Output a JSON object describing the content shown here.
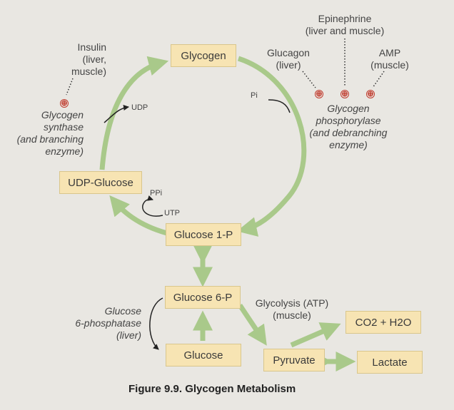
{
  "nodes": {
    "glycogen": "Glycogen",
    "udp_glucose": "UDP-Glucose",
    "glucose_1p": "Glucose 1-P",
    "glucose_6p": "Glucose 6-P",
    "glucose": "Glucose",
    "pyruvate": "Pyruvate",
    "lactate": "Lactate",
    "co2_h2o": "CO2 + H2O"
  },
  "labels": {
    "insulin_1": "Insulin",
    "insulin_2": "(liver,",
    "insulin_3": "muscle)",
    "synthase_1": "Glycogen",
    "synthase_2": "synthase",
    "synthase_3": "(and branching",
    "synthase_4": "enzyme)",
    "udp": "UDP",
    "ppi": "PPi",
    "utp": "UTP",
    "pi": "Pi",
    "epinephrine_1": "Epinephrine",
    "epinephrine_2": "(liver and muscle)",
    "glucagon_1": "Glucagon",
    "glucagon_2": "(liver)",
    "amp_1": "AMP",
    "amp_2": "(muscle)",
    "phos_1": "Glycogen",
    "phos_2": "phosphorylase",
    "phos_3": "(and debranching",
    "phos_4": "enzyme)",
    "g6pase_1": "Glucose",
    "g6pase_2": "6-phosphatase",
    "g6pase_3": "(liver)",
    "glycolysis_1": "Glycolysis (ATP)",
    "glycolysis_2": "(muscle)"
  },
  "regulation": {
    "activator_symbol": "⊕"
  },
  "caption": "Figure 9.9. Glycogen Metabolism",
  "colors": {
    "arrow_green": "#a9c98a",
    "box_fill": "#f7e4b3",
    "activator_red": "#c0392b"
  }
}
